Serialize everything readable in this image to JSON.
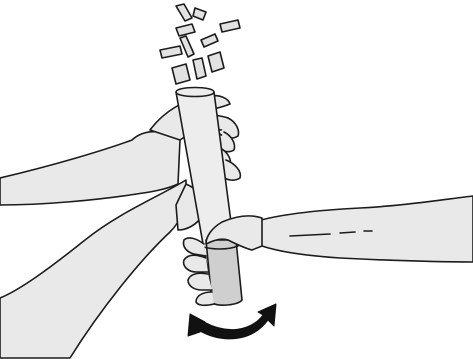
{
  "illustration": {
    "colors": {
      "background": "#ffffff",
      "outline": "#1c1c1c",
      "arm_fill": "#e9e9e9",
      "tube_fill": "#ededed",
      "base_fill": "#cfcfcf",
      "confetti_fill": "#e2e2e2",
      "arrow": "#111111"
    },
    "parts": [
      "confetti-icon",
      "upper-hand",
      "tube",
      "lower-hand",
      "twist-arrow-icon"
    ]
  }
}
